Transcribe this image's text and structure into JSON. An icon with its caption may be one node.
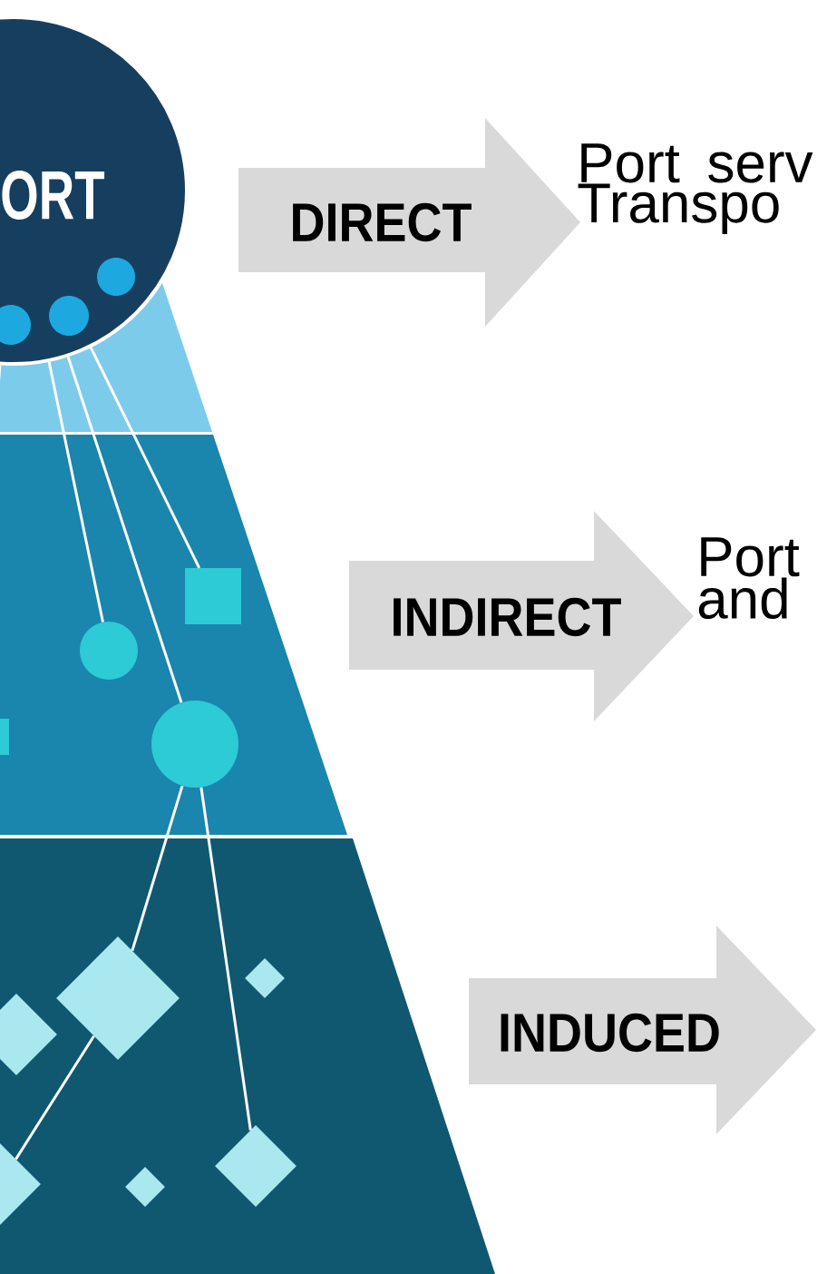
{
  "diagram": {
    "nodes": [
      {
        "text": [
          "ORT"
        ]
      },
      {
        "text": [
          "DIRECT"
        ],
        "beside": [
          "Port serv Transpo"
        ]
      },
      {
        "text": [
          "INDIRECT"
        ],
        "beside": [
          "Port and"
        ]
      },
      {
        "text": [
          "INDUCED"
        ]
      },
      {
        "text": [],
        "shape": "box"
      },
      {
        "text": [],
        "shape": "circle"
      },
      {
        "text": [],
        "shape": "circle"
      },
      {
        "text": [],
        "shape": "diamond"
      },
      {
        "text": [],
        "shape": "diamond"
      },
      {
        "text": [],
        "shape": "diamond"
      },
      {
        "text": [],
        "shape": "diamond"
      },
      {
        "text": [],
        "shape": "diamond"
      },
      {
        "text": [],
        "shape": "diamond"
      },
      {
        "text": [],
        "shape": "box"
      }
    ],
    "edges": [
      {
        "from": 0,
        "to": null,
        "arrow": "none"
      },
      {
        "from": 0,
        "to": 5,
        "arrow": "none"
      },
      {
        "from": 0,
        "to": 6,
        "arrow": "none"
      },
      {
        "from": 0,
        "to": 4,
        "arrow": "none"
      },
      {
        "from": 6,
        "to": 7,
        "arrow": "none"
      },
      {
        "from": 6,
        "to": 9,
        "arrow": "none"
      },
      {
        "from": 7,
        "to": 12,
        "arrow": "none"
      }
    ]
  }
}
